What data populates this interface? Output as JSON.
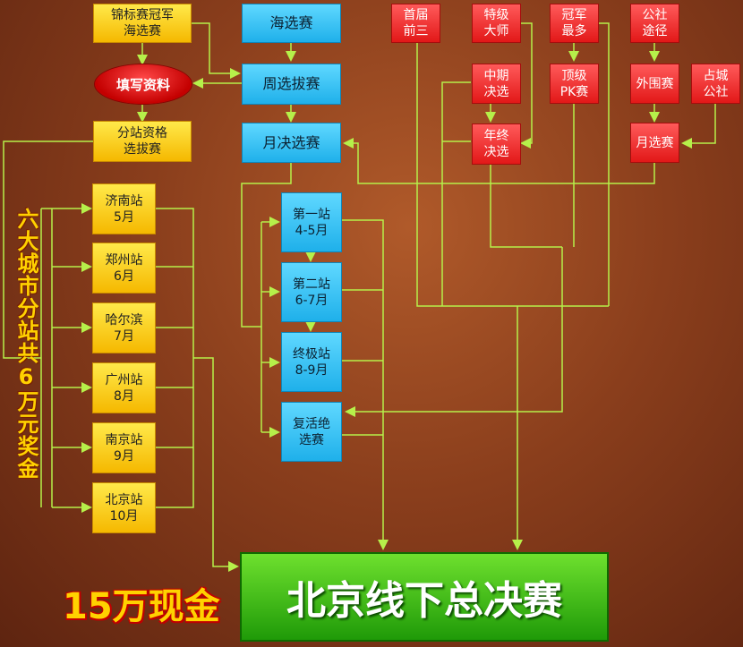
{
  "left": {
    "champion": "锦标赛冠军\n海选赛",
    "fill_info": "填写资料",
    "station_qual": "分站资格\n选拔赛",
    "cities": [
      {
        "name": "济南站",
        "month": "5月"
      },
      {
        "name": "郑州站",
        "month": "6月"
      },
      {
        "name": "哈尔滨",
        "month": "7月"
      },
      {
        "name": "广州站",
        "month": "8月"
      },
      {
        "name": "南京站",
        "month": "9月"
      },
      {
        "name": "北京站",
        "month": "10月"
      }
    ],
    "six_cities_text": "六大城市分站共6万元奖金"
  },
  "center": {
    "audition": "海选赛",
    "weekly": "周选拔赛",
    "monthly": "月决选赛",
    "stages": [
      {
        "name": "第一站",
        "period": "4-5月"
      },
      {
        "name": "第二站",
        "period": "6-7月"
      },
      {
        "name": "终极站",
        "period": "8-9月"
      },
      {
        "name": "复活绝",
        "period": "选赛"
      }
    ]
  },
  "right": {
    "top_row": [
      "首届\n前三",
      "特级\n大师",
      "冠军\n最多",
      "公社\n途径"
    ],
    "mid": [
      "中期\n决选",
      "顶级\nPK赛",
      "外围赛",
      "占城\n公社"
    ],
    "year_end": "年终\n决选",
    "monthly_select": "月选赛"
  },
  "bottom": {
    "cash": "15万现金",
    "final": "北京线下总决赛"
  },
  "colors": {
    "line": "#b6f04a",
    "yellow": "#f5b800",
    "blue": "#1fb0ea",
    "red": "#e21818",
    "green": "#1f9a08"
  }
}
